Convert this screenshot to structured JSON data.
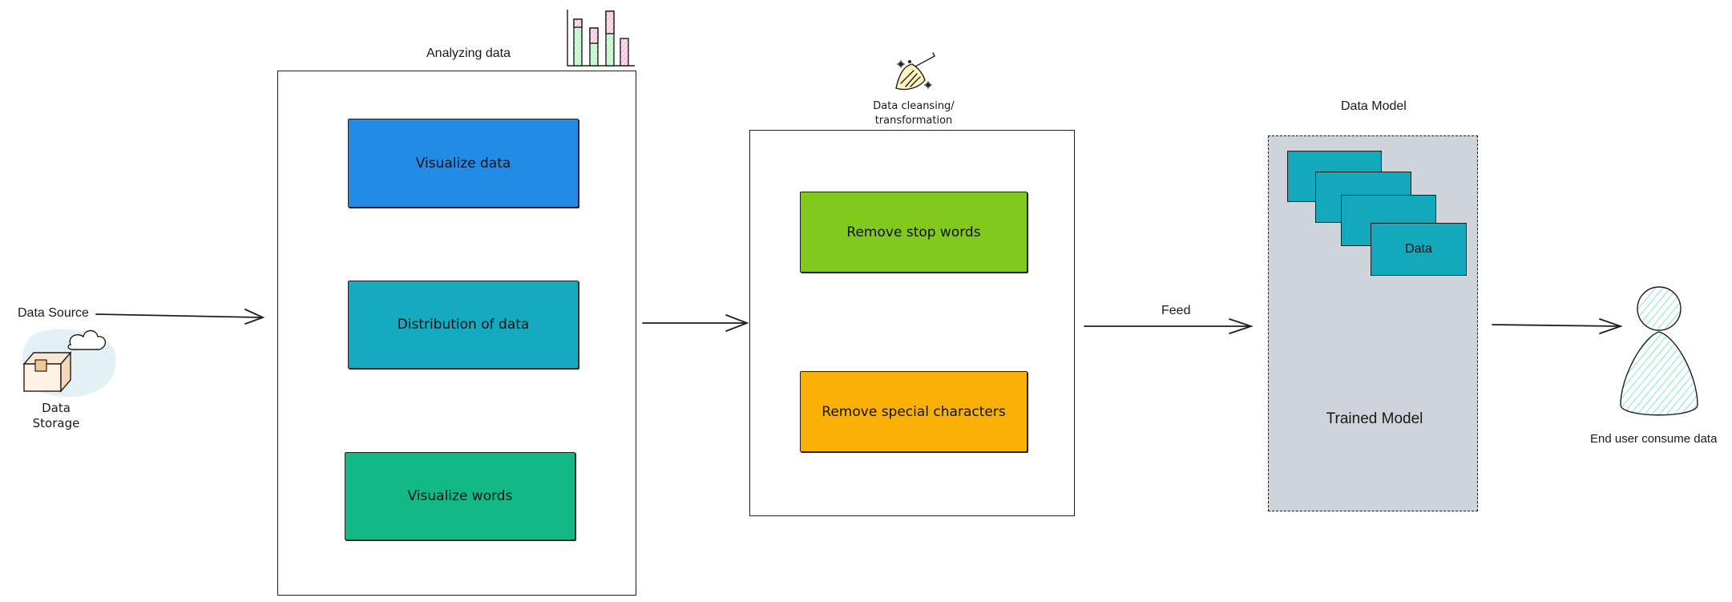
{
  "source": {
    "label": "Data Source",
    "storage_label_line1": "Data",
    "storage_label_line2": "Storage"
  },
  "analyzing": {
    "title": "Analyzing data",
    "steps": [
      "Visualize data",
      "Distribution of data",
      "Visualize words"
    ],
    "colors": [
      "#228be6",
      "#15aabf",
      "#12b886"
    ]
  },
  "cleansing": {
    "title_line1": "Data cleansing/",
    "title_line2": "transformation",
    "steps": [
      "Remove stop words",
      "Remove special characters"
    ],
    "colors": [
      "#82c91e",
      "#fab005"
    ]
  },
  "feed_label": "Feed",
  "model": {
    "title": "Data Model",
    "data_label": "Data",
    "trained_label": "Trained Model",
    "panel_color": "#ced4da",
    "card_color": "#14a8bd",
    "diamond_color": "#9775fa"
  },
  "end_user": {
    "label": "End user consume data",
    "color": "#38d9a9"
  },
  "icons": {
    "storage": "box-cloud-icon",
    "chart": "bar-chart-icon",
    "broom": "broom-sparkle-icon",
    "user": "person-icon"
  }
}
